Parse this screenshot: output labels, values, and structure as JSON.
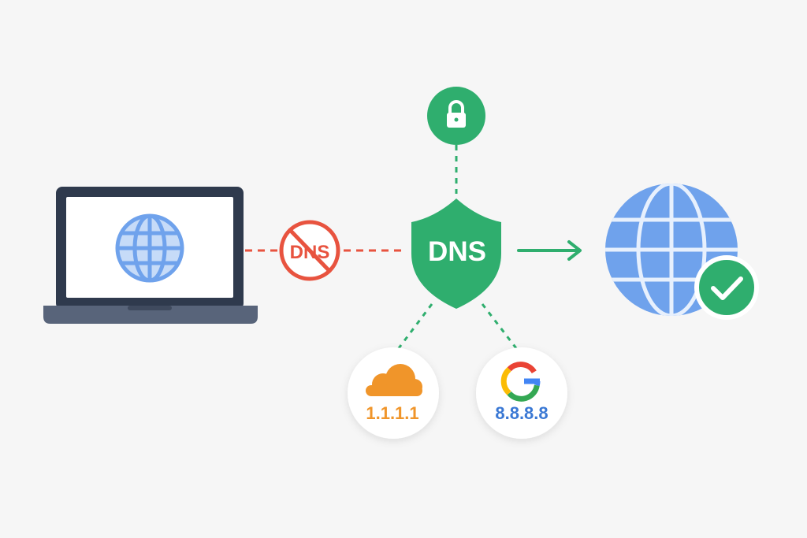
{
  "blocked_dns": {
    "label": "DNS",
    "color": "#e8533f"
  },
  "secure_dns": {
    "label": "DNS",
    "color": "#2fae6e"
  },
  "providers": [
    {
      "name": "cloudflare",
      "address": "1.1.1.1",
      "color": "#f0952a",
      "icon": "cloud-icon"
    },
    {
      "name": "google",
      "address": "8.8.8.8",
      "color": "#3a78d4",
      "icon": "google-g-icon"
    }
  ],
  "colors": {
    "laptop_frame": "#2f3a4d",
    "laptop_base": "#58647a",
    "globe": "#6fa2ec",
    "lock_circle": "#2fae6e",
    "check_circle": "#2fae6e",
    "connector_green": "#2fae6e",
    "connector_red": "#e8533f"
  }
}
